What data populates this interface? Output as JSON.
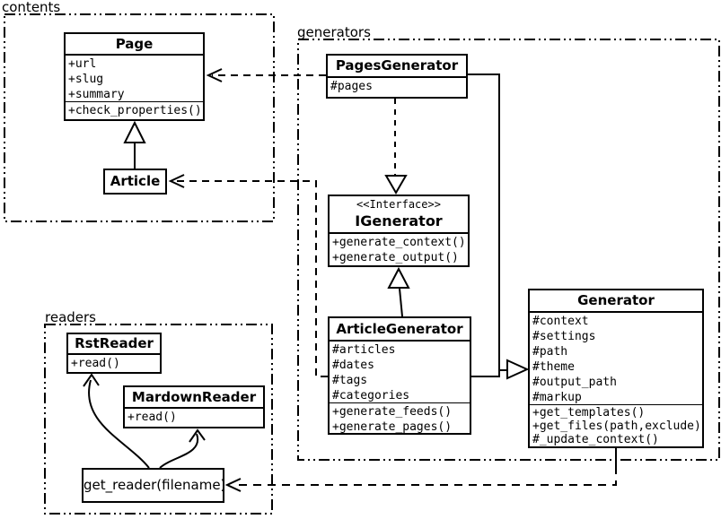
{
  "packages": {
    "contents": {
      "label": "contents"
    },
    "generators": {
      "label": "generators"
    },
    "readers": {
      "label": "readers"
    }
  },
  "classes": {
    "page": {
      "name": "Page",
      "attributes": [
        "+url",
        "+slug",
        "+summary"
      ],
      "methods": [
        "+check_properties()"
      ]
    },
    "article": {
      "name": "Article"
    },
    "pages_generator": {
      "name": "PagesGenerator",
      "attributes": [
        "#pages"
      ]
    },
    "igenerator": {
      "stereotype": "<<Interface>>",
      "name": "IGenerator",
      "methods": [
        "+generate_context()",
        "+generate_output()"
      ]
    },
    "article_generator": {
      "name": "ArticleGenerator",
      "attributes": [
        "#articles",
        "#dates",
        "#tags",
        "#categories"
      ],
      "methods": [
        "+generate_feeds()",
        "+generate_pages()"
      ]
    },
    "generator": {
      "name": "Generator",
      "attributes": [
        "#context",
        "#settings",
        "#path",
        "#theme",
        "#output_path",
        "#markup"
      ],
      "methods": [
        "+get_templates()",
        "+get_files(path,exclude)",
        "#_update_context()"
      ]
    },
    "rst_reader": {
      "name": "RstReader",
      "methods": [
        "+read()"
      ]
    },
    "mardown_reader": {
      "name": "MardownReader",
      "methods": [
        "+read()"
      ]
    },
    "get_reader": {
      "label": "get_reader(filename)"
    }
  },
  "relationships": [
    {
      "from": "Article",
      "to": "Page",
      "type": "generalization"
    },
    {
      "from": "PagesGenerator",
      "to": "Page",
      "type": "dependency"
    },
    {
      "from": "ArticleGenerator",
      "to": "Article",
      "type": "dependency"
    },
    {
      "from": "PagesGenerator",
      "to": "IGenerator",
      "type": "realization"
    },
    {
      "from": "ArticleGenerator",
      "to": "IGenerator",
      "type": "generalization"
    },
    {
      "from": "PagesGenerator",
      "to": "Generator",
      "type": "generalization"
    },
    {
      "from": "ArticleGenerator",
      "to": "Generator",
      "type": "generalization"
    },
    {
      "from": "Generator",
      "to": "get_reader(filename)",
      "type": "dependency"
    },
    {
      "from": "get_reader(filename)",
      "to": "RstReader",
      "type": "call"
    },
    {
      "from": "get_reader(filename)",
      "to": "MardownReader",
      "type": "call"
    }
  ],
  "colors": {
    "line": "#000000",
    "background": "#ffffff",
    "box_fill": "#ffffff"
  }
}
